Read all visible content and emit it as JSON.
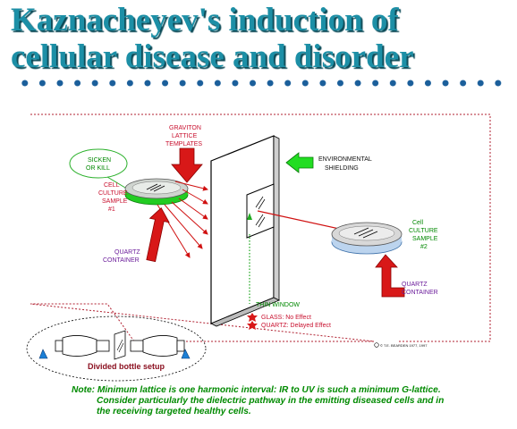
{
  "title": {
    "line1": "Kaznacheyev's induction of",
    "line2": "cellular disease and disorder"
  },
  "labels": {
    "graviton1": "GRAVITON",
    "graviton2": "LATTICE",
    "graviton3": "TEMPLATES",
    "environmental1": "ENVIRONMENTAL",
    "environmental2": "SHIELDING",
    "sicken1": "SICKEN",
    "sicken2": "OR KILL",
    "cell1_1": "CELL",
    "cell1_2": "CULTURE",
    "cell1_3": "SAMPLE",
    "cell1_4": "#1",
    "quartz1_1": "QUARTZ",
    "quartz1_2": "CONTAINER",
    "cell2_1": "Cell",
    "cell2_2": "CULTURE",
    "cell2_3": "SAMPLE",
    "cell2_4": "#2",
    "quartz2_1": "QUARTZ",
    "quartz2_2": "CONTAINER",
    "thin_window": "THIN WINDOW",
    "glass": "GLASS:  No Effect",
    "quartz_effect": "QUARTZ:  Delayed Effect",
    "copyright": "© T.E. BEARDEN  1977, 1997",
    "divided": "Divided bottle setup"
  },
  "note": {
    "line1": "Note: Minimum lattice is one harmonic interval:  IR to UV is such  a minimum  G-lattice.",
    "line2": "Consider particularly the dielectric pathway in the emitting diseased cells and in",
    "line3": "the receiving targeted healthy cells."
  },
  "colors": {
    "title": "#1c8fa6",
    "dots": "#1b5f9b",
    "arrow_red": "#d01010",
    "arrow_green": "#22cc22",
    "label_red": "#c8102e",
    "label_purple": "#6a1b9a",
    "note": "#008a00"
  }
}
